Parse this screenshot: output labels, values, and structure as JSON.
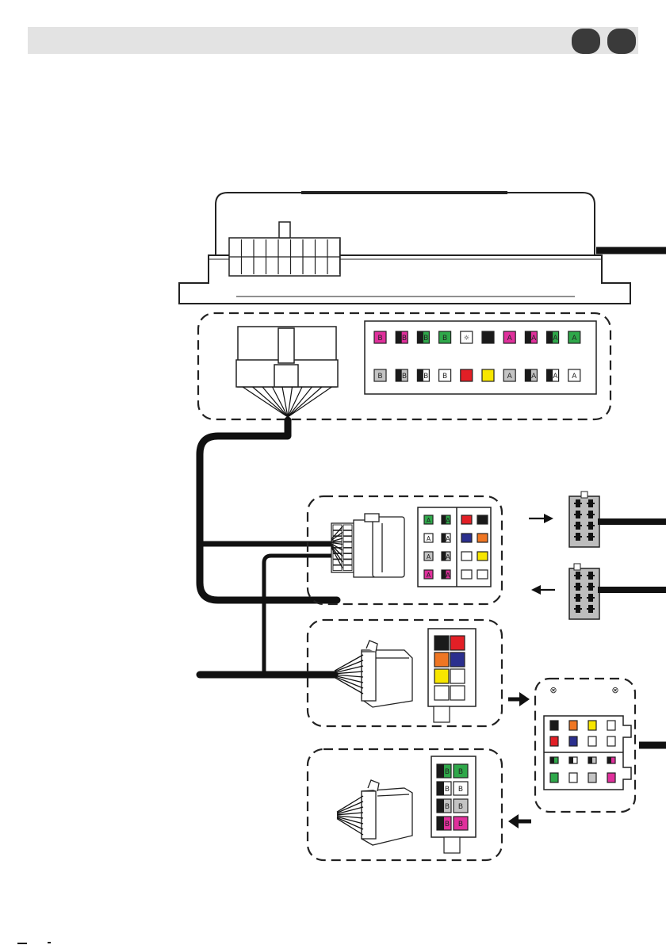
{
  "palette": {
    "header_bar": "#e3e3e3",
    "header_dots": "#3a3a3a",
    "wire": "#111111",
    "outline": "#222222",
    "grey_pin": "#bdbdbd",
    "colors": {
      "black": "#1a1a1a",
      "pink": "#e0309c",
      "green": "#2fa84a",
      "red": "#e21f26",
      "yellow": "#f7e600",
      "orange": "#ef7623",
      "blue": "#2b2f8e",
      "white": "#ffffff",
      "grey": "#c4c4c4"
    }
  },
  "main_connector_pins": {
    "top": [
      {
        "label": "B",
        "fill": "pink"
      },
      {
        "label": "B",
        "fill": "half-pink"
      },
      {
        "label": "B",
        "fill": "half-green"
      },
      {
        "label": "B",
        "fill": "green"
      },
      {
        "label": "☼",
        "fill": "white"
      },
      {
        "label": "",
        "fill": "black"
      },
      {
        "label": "A",
        "fill": "pink"
      },
      {
        "label": "A",
        "fill": "half-pink"
      },
      {
        "label": "A",
        "fill": "half-green"
      },
      {
        "label": "A",
        "fill": "green"
      }
    ],
    "bottom": [
      {
        "label": "B",
        "fill": "grey"
      },
      {
        "label": "B",
        "fill": "half-grey"
      },
      {
        "label": "B",
        "fill": "half-white"
      },
      {
        "label": "B",
        "fill": "white"
      },
      {
        "label": "",
        "fill": "red"
      },
      {
        "label": "",
        "fill": "yellow"
      },
      {
        "label": "A",
        "fill": "grey"
      },
      {
        "label": "A",
        "fill": "half-grey"
      },
      {
        "label": "A",
        "fill": "half-white"
      },
      {
        "label": "A",
        "fill": "white"
      }
    ]
  },
  "iso_combined_pins": {
    "left": [
      {
        "label": "A",
        "fill": "green"
      },
      {
        "label": "A",
        "fill": "half-green"
      },
      {
        "label": "A",
        "fill": "white"
      },
      {
        "label": "A",
        "fill": "half-white"
      },
      {
        "label": "A",
        "fill": "grey"
      },
      {
        "label": "A",
        "fill": "half-grey"
      },
      {
        "label": "A",
        "fill": "pink"
      },
      {
        "label": "A",
        "fill": "half-pink"
      }
    ],
    "right": [
      "red",
      "black",
      "blue",
      "orange",
      "white",
      "yellow",
      "white",
      "white"
    ]
  },
  "power_plug_pins": [
    "black",
    "red",
    "orange",
    "blue",
    "yellow",
    "white",
    "white",
    "white"
  ],
  "speaker_plug_pins": [
    {
      "label": "B",
      "fill": "half-green"
    },
    {
      "label": "B",
      "fill": "green"
    },
    {
      "label": "B",
      "fill": "half-white"
    },
    {
      "label": "B",
      "fill": "white"
    },
    {
      "label": "B",
      "fill": "half-grey"
    },
    {
      "label": "B",
      "fill": "grey"
    },
    {
      "label": "B",
      "fill": "half-pink"
    },
    {
      "label": "B",
      "fill": "pink"
    }
  ],
  "vehicle_iso_pins": {
    "row1": [
      "black",
      "orange",
      "yellow",
      "white"
    ],
    "row2": [
      "red",
      "blue",
      "white",
      "white"
    ],
    "row3": [
      "half-green",
      "half-white",
      "half-grey",
      "half-pink"
    ],
    "row4": [
      "green",
      "white",
      "grey",
      "pink"
    ]
  },
  "arrows": [
    "→",
    "←",
    "→",
    "←"
  ]
}
